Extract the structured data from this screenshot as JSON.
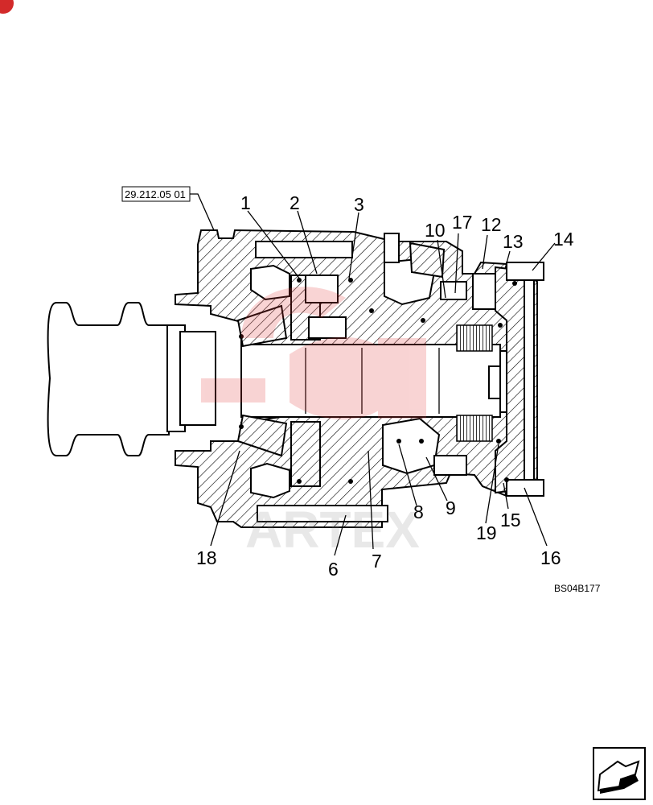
{
  "reference_box": "29.212.05 01",
  "drawing_code": "BS04B177",
  "watermark_text": "ARTEX",
  "callouts": [
    "1",
    "2",
    "3",
    "10",
    "17",
    "12",
    "13",
    "14",
    "18",
    "6",
    "7",
    "8",
    "9",
    "19",
    "15",
    "16"
  ],
  "colors": {
    "line": "#000000",
    "watermark": "#e23b3b",
    "badge": "#d32a2a"
  },
  "icons": {
    "nav": "arrow-return-icon"
  }
}
